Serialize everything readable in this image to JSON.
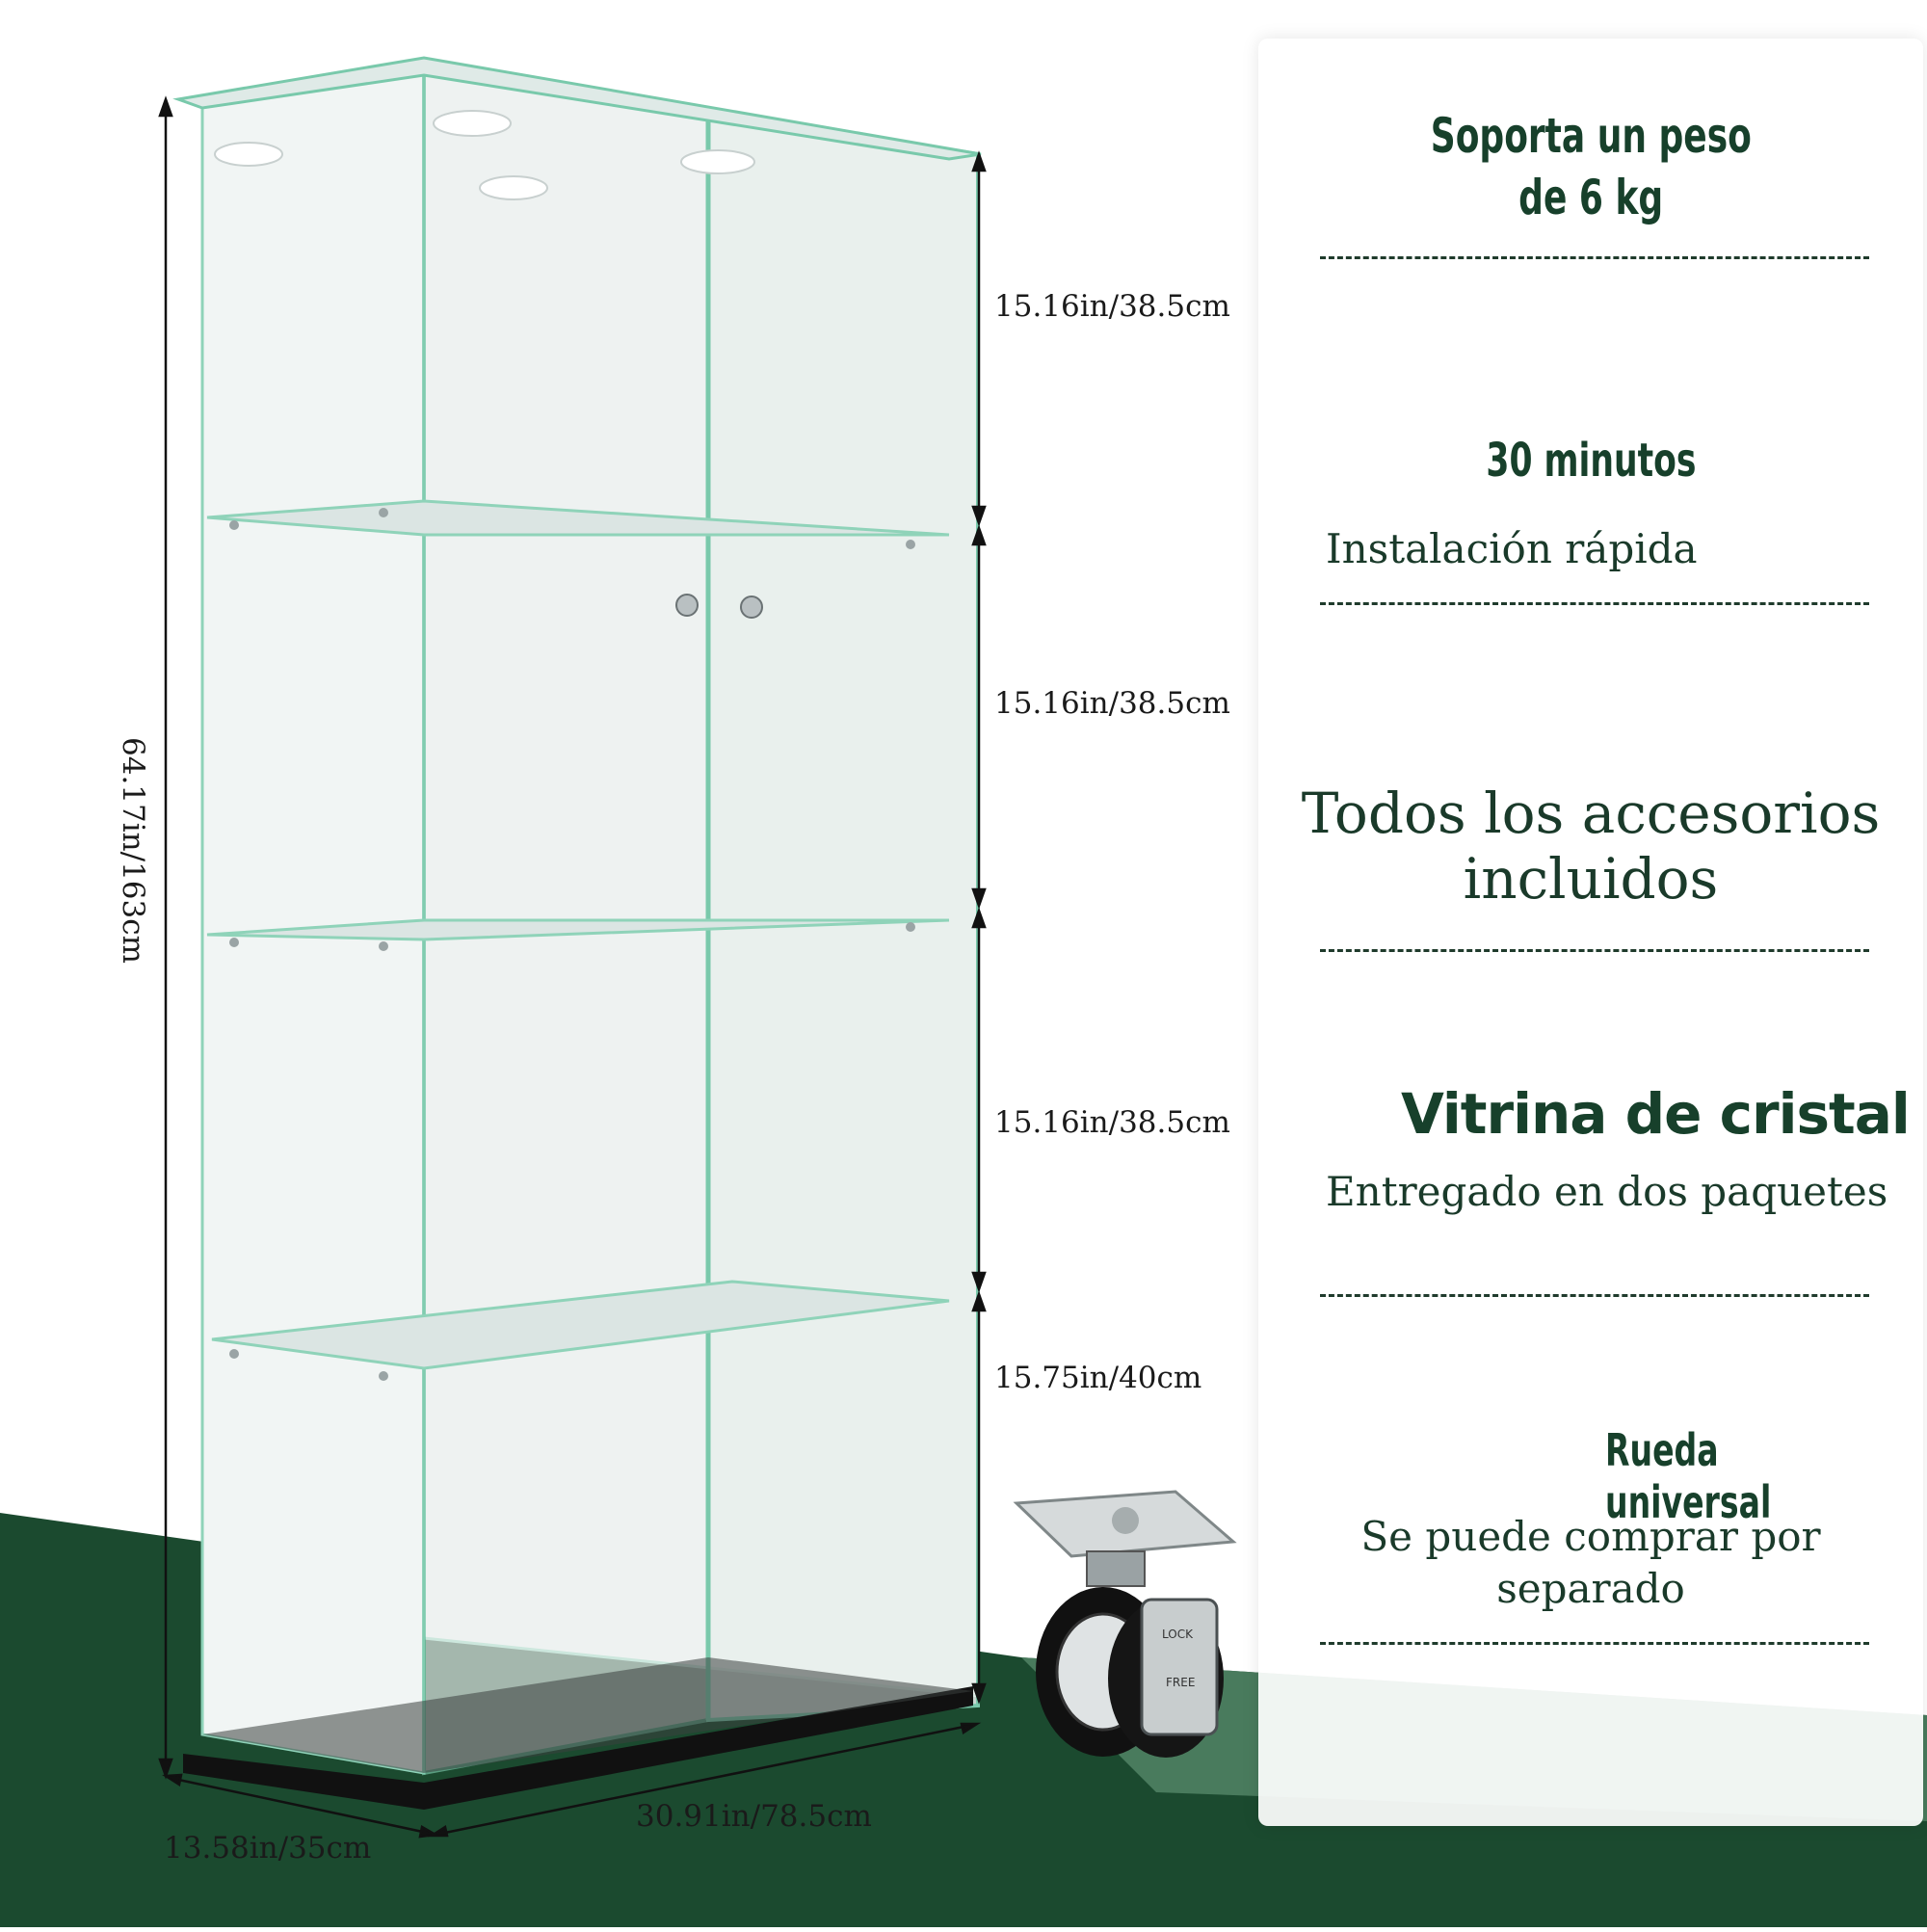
{
  "dimensions": {
    "total_height": "64.17in/163cm",
    "shelf_1": "15.16in/38.5cm",
    "shelf_2": "15.16in/38.5cm",
    "shelf_3": "15.16in/38.5cm",
    "shelf_4": "15.75in/40cm",
    "depth": "13.58in/35cm",
    "width": "30.91in/78.5cm"
  },
  "features": {
    "weight_title_line1": "Soporta un peso",
    "weight_title_line2": "de 6 kg",
    "time_title": "30 minutos",
    "time_text": "Instalación rápida",
    "accessories_line1": "Todos los accesorios",
    "accessories_line2": "incluidos",
    "cabinet_title": "Vitrina de cristal",
    "cabinet_text": "Entregado en dos paquetes",
    "wheel_title": "Rueda universal",
    "wheel_text_line1": "Se puede comprar por",
    "wheel_text_line2": "separado"
  },
  "caster_labels": {
    "lock": "LOCK",
    "free": "FREE"
  },
  "colors": {
    "green_dark": "#1b4a2f",
    "green_light": "#4f8163",
    "text_green": "#17402b",
    "glass_edge": "#79c9ab"
  }
}
